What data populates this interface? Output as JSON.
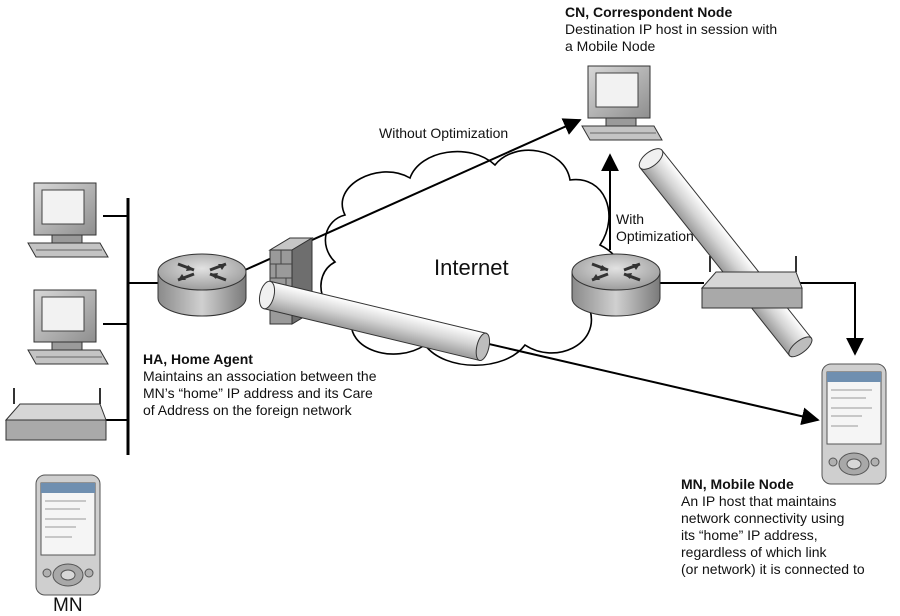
{
  "cn": {
    "title": "CN, Correspondent Node",
    "lines": [
      "Destination IP host in session with",
      "a Mobile Node"
    ]
  },
  "ha": {
    "title": "HA, Home Agent",
    "lines": [
      "Maintains an association between the",
      "MN’s “home” IP address and its Care",
      "of Address on the foreign network"
    ]
  },
  "mn_node": {
    "title": "MN, Mobile Node",
    "lines": [
      "An IP host that maintains",
      "network connectivity using",
      "its “home” IP address,",
      "regardless of which link",
      "(or network) it is connected to"
    ]
  },
  "internet_label": "Internet",
  "without_opt": "Without Optimization",
  "with_opt": [
    "With",
    "Optimization"
  ],
  "mn_label": "MN",
  "colors": {
    "device": "#b9b9b9",
    "screen": "#e6e6e6",
    "line": "#000000",
    "firewall": "#8a8a8a"
  }
}
